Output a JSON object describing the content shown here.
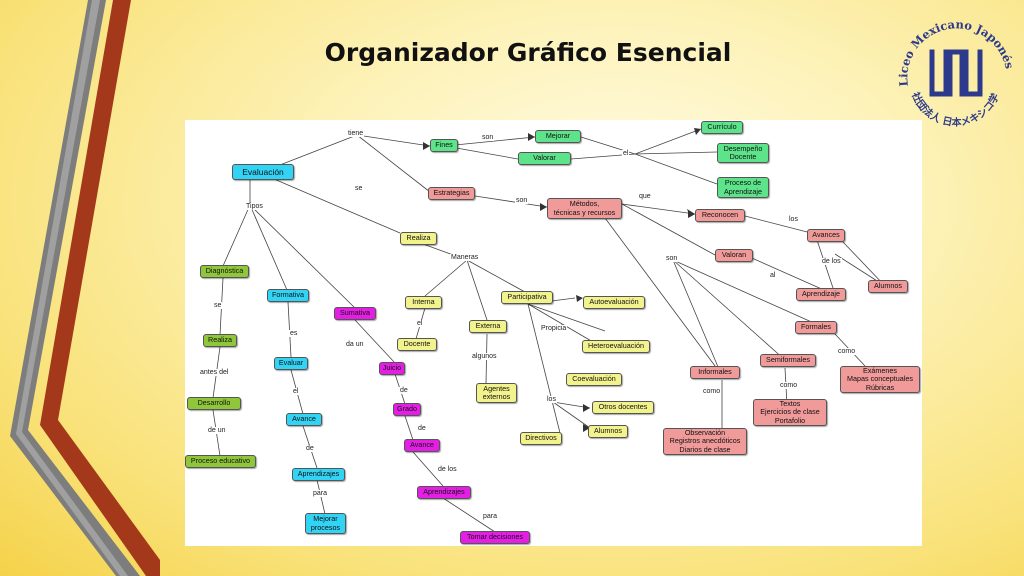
{
  "title": "Organizador Gráfico Esencial",
  "logo": {
    "top_text": "Liceo Mexicano Japonés, A.C.",
    "bottom_text": "社団法人 日本メキシコ学院"
  },
  "colors": {
    "cyan": "#32d4f5",
    "green": "#8fc63a",
    "mint": "#5de38a",
    "pink": "#f09a9a",
    "magenta": "#e51ee5",
    "yellow": "#f3f38e",
    "logo_blue": "#2d3a8c"
  },
  "nodes": {
    "evaluacion": "Evaluación",
    "fines": "Fines",
    "mejorar": "Mejorar",
    "valorar": "Valorar",
    "curriculo": "Currículo",
    "desempeno": "Desempeño\nDocente",
    "proceso_aprendizaje": "Proceso de\nAprendizaje",
    "estrategias": "Estrategias",
    "metodos": "Métodos,\ntécnicas y recursos",
    "reconocen": "Reconocen",
    "avances_pink": "Avances",
    "alumnos_pink": "Alumnos",
    "valoran": "Valoran",
    "aprendizaje_pink": "Aprendizaje",
    "formales": "Formales",
    "examenes": "Exámenes\nMapas conceptuales\nRúbricas",
    "semiformales": "Semiformales",
    "textos": "Textos\nEjercicios de clase\nPortafolio",
    "informales": "Informales",
    "observacion": "Observación\nRegistros anecdóticos\nDiarios de clase",
    "realiza_y": "Realiza",
    "interna": "Interna",
    "docente": "Docente",
    "externa": "Externa",
    "agentes": "Agentes\nexternos",
    "participativa": "Participativa",
    "autoevaluacion": "Autoevaluación",
    "heteroevaluacion": "Heteroevaluación",
    "coevaluacion": "Coevaluación",
    "otros_docentes": "Otros docentes",
    "alumnos_y": "Alumnos",
    "directivos": "Directivos",
    "diagnostica": "Diagnóstica",
    "realiza_g": "Realiza",
    "desarrollo": "Desarrollo",
    "proceso_educativo": "Proceso educativo",
    "formativa": "Formativa",
    "evaluar": "Evaluar",
    "avance_c": "Avance",
    "aprendizajes_c": "Aprendizajes",
    "mejorar_procesos": "Mejorar\nprocesos",
    "sumativa": "Sumativa",
    "juicio": "Juicio",
    "grado": "Grado",
    "avance_m": "Avance",
    "aprendizajes_m": "Aprendizajes",
    "tomar_decisiones": "Tomar decisiones"
  },
  "labels": {
    "tiene": "tiene",
    "son1": "son",
    "el": "el",
    "se": "se",
    "son2": "son",
    "que": "que",
    "los": "los",
    "de_los1": "de los",
    "al": "al",
    "son3": "son",
    "como1": "como",
    "como2": "como",
    "como3": "como",
    "maneras": "Maneras",
    "el2": "el",
    "algunos": "algunos",
    "propicia": "Propicia",
    "los2": "los",
    "tipos": "Tipos",
    "se2": "se",
    "antes_del": "antes del",
    "de_un": "de un",
    "es": "es",
    "el3": "el",
    "de1": "de",
    "para1": "para",
    "da_un": "da un",
    "de2": "de",
    "de3": "de",
    "de_los2": "de los",
    "para2": "para"
  }
}
